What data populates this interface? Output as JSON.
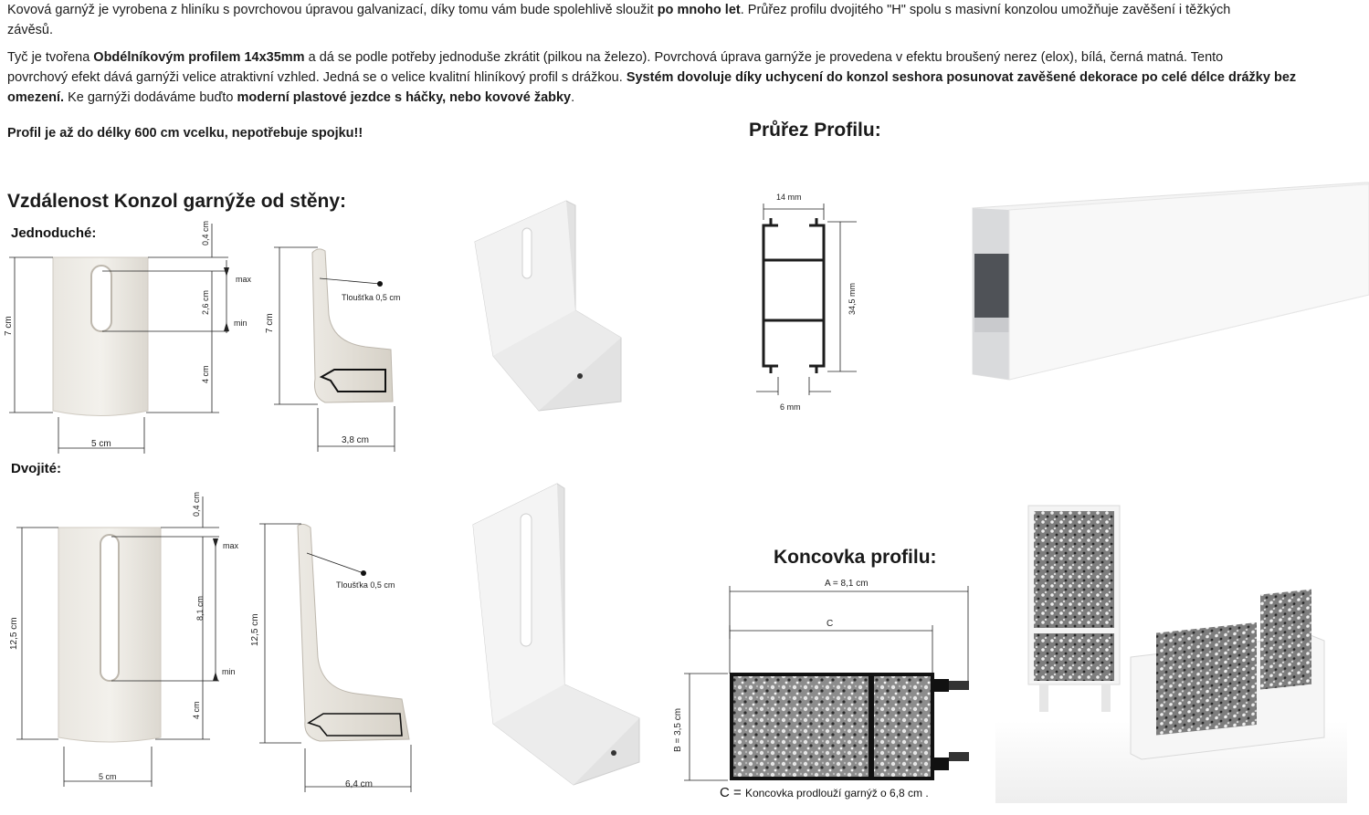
{
  "intro": {
    "p1": {
      "a": "Kovová garnýž je vyrobena z hliníku s povrchovou úpravou galvanizací, díky tomu vám bude spolehlivě sloužit ",
      "b": "po mnoho let",
      "c": ". Průřez profilu dvojitého \"H\" spolu s masivní konzolou umožňuje zavěšení i těžkých",
      "d": "závěsů."
    },
    "p2": {
      "a": " Tyč je tvořena ",
      "b": "Obdélníkovým profilem 14x35mm",
      "c": " a dá se podle potřeby jednoduše zkrátit (pilkou na železo). Povrchová úprava garnýže je provedena v efektu broušený nerez (elox), bílá, černá matná. Tento",
      "d": "povrchový efekt dává garnýži velice atraktivní vzhled. Jedná se o velice kvalitní hliníkový profil s drážkou. ",
      "e": "Systém dovoluje díky uchycení do konzol seshora posunovat zavěšené dekorace po celé délce drážky bez",
      "f": "omezení.",
      "g": " Ke garnýži dodáváme buďto ",
      "h": "moderní plastové jezdce s háčky, nebo kovové žabky",
      "i": "."
    },
    "p3": "Profil je až do délky 600 cm vcelku, nepotřebuje spojku!!"
  },
  "headings": {
    "distance": "Vzdálenost Konzol garnýže od stěny:",
    "profile": "Průřez Profilu:",
    "end_cap": "Koncovka profilu:"
  },
  "single": {
    "label": "Jednoduché:",
    "height": "7 cm",
    "width": "5 cm",
    "top_gap": "0,4 cm",
    "slot": "2,6 cm",
    "bottom": "4 cm",
    "max": "max",
    "min": "min",
    "side_height": "7 cm",
    "thickness": "Tloušťka 0,5 cm",
    "depth": "3,8 cm"
  },
  "double": {
    "label": "Dvojité:",
    "height": "12,5 cm",
    "width": "5 cm",
    "top_gap": "0,4 cm",
    "slot": "8,1 cm",
    "bottom": "4 cm",
    "max": "max",
    "min": "min",
    "side_height": "12,5 cm",
    "thickness": "Tloušťka 0,5 cm",
    "depth": "6,4 cm"
  },
  "profile_dims": {
    "width": "14 mm",
    "height": "34,5 mm",
    "slot": "6 mm"
  },
  "end_cap": {
    "a": "A = 8,1 cm",
    "c": "C",
    "b": "B = 3,5 cm",
    "note_c": "C = ",
    "note": "Koncovka prodlouží garnýž o 6,8 cm ."
  }
}
